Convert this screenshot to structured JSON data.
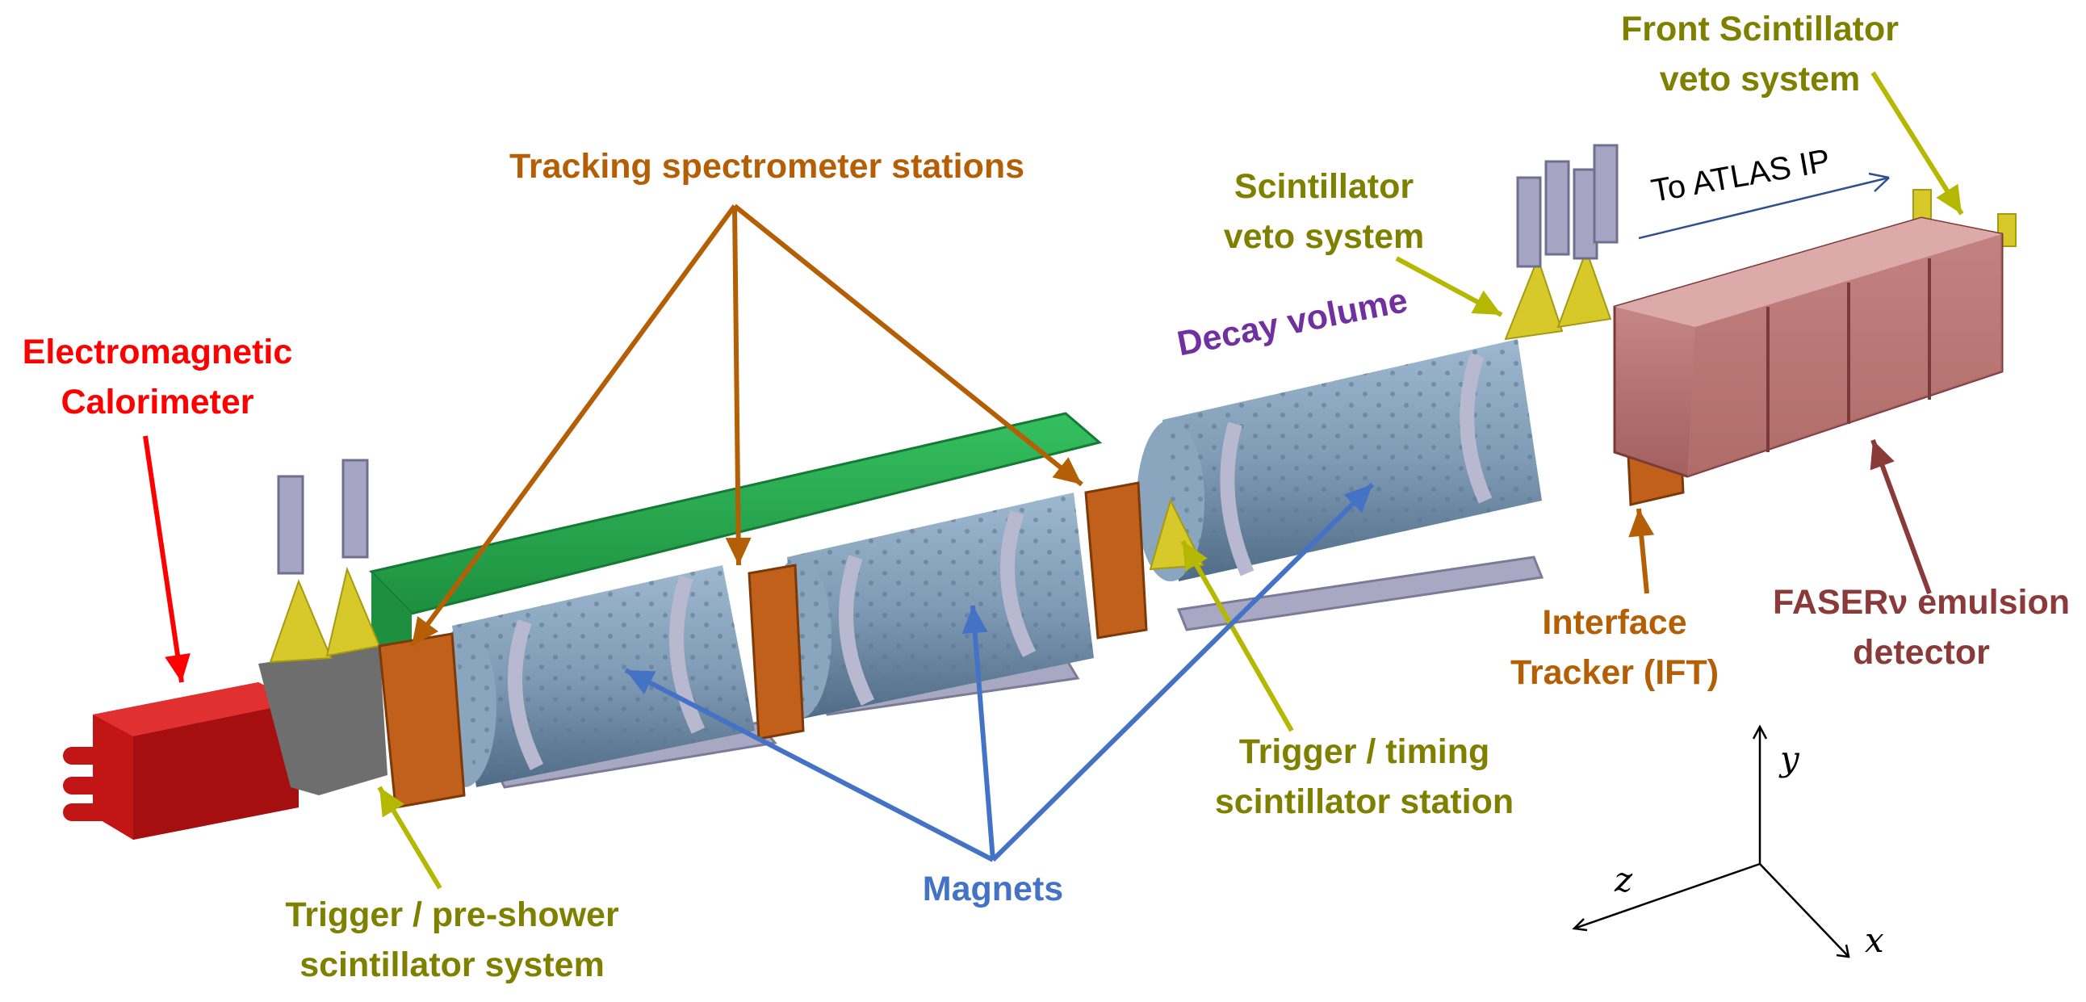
{
  "labels": {
    "em_calorimeter": [
      "Electromagnetic",
      "Calorimeter"
    ],
    "tracking_stations": [
      "Tracking spectrometer stations"
    ],
    "scint_veto": [
      "Scintillator",
      "veto system"
    ],
    "front_scint_veto": [
      "Front Scintillator",
      "veto system"
    ],
    "decay_volume": [
      "Decay volume"
    ],
    "interface_tracker": [
      "Interface",
      "Tracker (IFT)"
    ],
    "faser_nu": [
      "FASERν emulsion",
      "detector"
    ],
    "trigger_timing": [
      "Trigger / timing",
      "scintillator station"
    ],
    "magnets": [
      "Magnets"
    ],
    "trigger_preshower": [
      "Trigger / pre-shower",
      "scintillator system"
    ],
    "to_atlas": "To ATLAS IP"
  },
  "axes": {
    "x": "x",
    "y": "y",
    "z": "z"
  },
  "colors": {
    "red": "#ff0000",
    "orange": "#b45f06",
    "olive": "#808000",
    "olive_arrow": "#b5b800",
    "blue": "#4472c4",
    "purple": "#7030a0",
    "maroon": "#8b3a3a"
  }
}
